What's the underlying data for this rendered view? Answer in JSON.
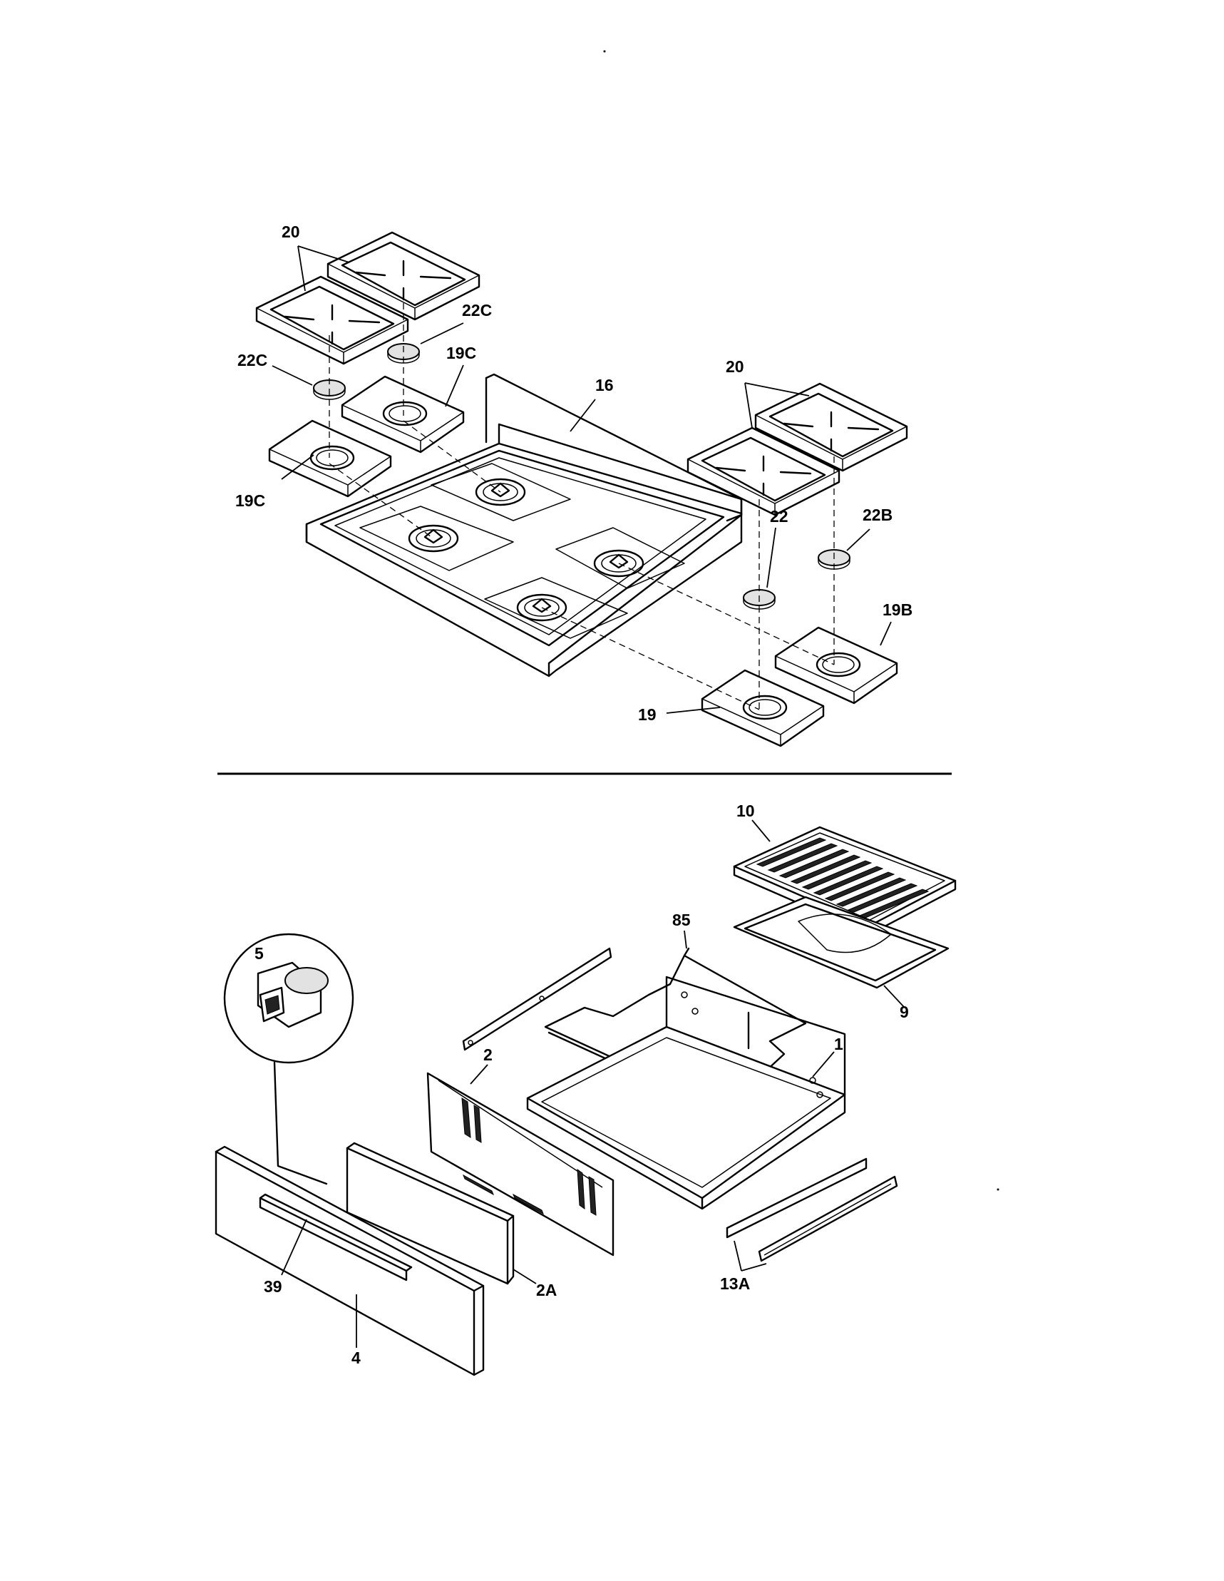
{
  "callouts": {
    "grates_upper_left": "20",
    "cap_top": "22C",
    "cap_left": "22C",
    "pan_back_left": "19C",
    "pan_front_left": "19C",
    "cooktop": "16",
    "grates_right": "20",
    "cap_front_right": "22",
    "cap_back_right": "22B",
    "pan_back_right": "19B",
    "pan_front_right": "19",
    "broiler_grid": "10",
    "broiler_pan": "9",
    "rack": "85",
    "drawer_body": "1",
    "drawer_back_panel": "2",
    "inner_panel": "2A",
    "drawer_front": "4",
    "handle": "39",
    "glide": "5",
    "slides": "13A"
  }
}
